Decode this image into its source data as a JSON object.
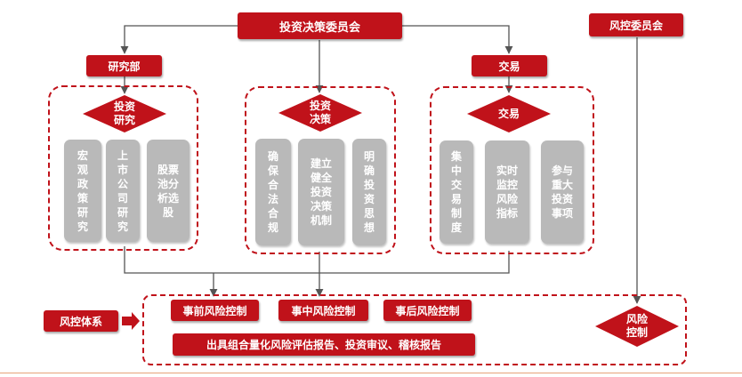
{
  "top_boxes": {
    "committee": "投资决策委员会",
    "risk_committee": "风控委员会",
    "research": "研究部",
    "trading": "交易"
  },
  "diamonds": {
    "research": "投资\n研究",
    "decision": "投资\n决策",
    "trading": "交易",
    "risk": "风险\n控制"
  },
  "research_items": [
    "宏\n观\n政\n策\n研\n究",
    "上\n市\n公\n司\n研\n究",
    "股票\n池分\n析选\n股"
  ],
  "decision_items": [
    "确\n保\n合\n法\n合\n规",
    "建立\n健全\n投资\n决策\n机制",
    "明\n确\n投\n资\n思\n想"
  ],
  "trading_items": [
    "集\n中\n交\n易\n制\n度",
    "实时\n监控\n风险\n指标",
    "参与\n重大\n投资\n事项"
  ],
  "risk_system": {
    "label": "风控体系",
    "pre": "事前风险控制",
    "during": "事中风险控制",
    "post": "事后风险控制",
    "report": "出具组合量化风险评估报告、投资审议、稽核报告"
  },
  "colors": {
    "accent": "#c0121a",
    "grey_box": "#b9b9b9",
    "line": "#555555"
  }
}
